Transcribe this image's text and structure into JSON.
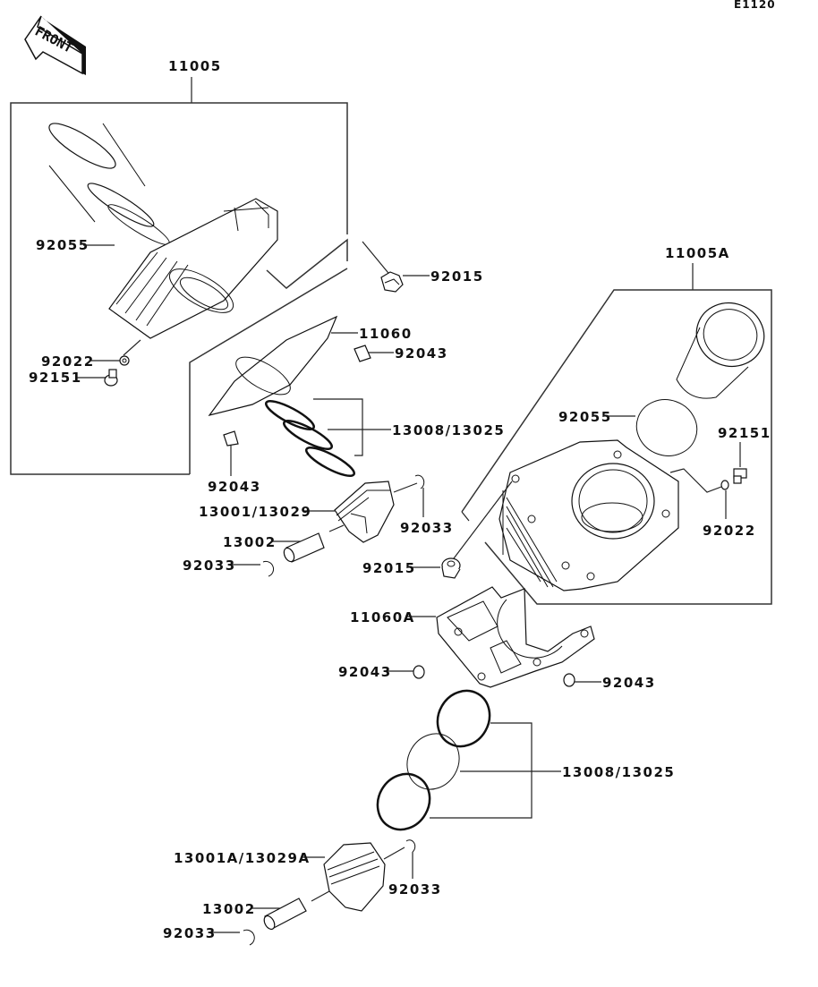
{
  "diagram": {
    "code": "E1120",
    "front_label": "FRONT",
    "callouts": {
      "assy_11005": "11005",
      "assy_11005a": "11005A",
      "gasket_11060": "11060",
      "gasket_11060a": "11060A",
      "o_ring_92055_left": "92055",
      "o_ring_92055_right": "92055",
      "nut_92015_top": "92015",
      "nut_92015_mid": "92015",
      "washer_92022_left": "92022",
      "washer_92022_right": "92022",
      "bolt_92151_left": "92151",
      "bolt_92151_right": "92151",
      "dowel_92043_a": "92043",
      "dowel_92043_b": "92043",
      "dowel_92043_c": "92043",
      "dowel_92043_d": "92043",
      "rings_upper": "13008/13025",
      "rings_lower": "13008/13025",
      "piston_upper": "13001/13029",
      "piston_lower": "13001A/13029A",
      "pin_upper": "13002",
      "pin_lower": "13002",
      "circlip_a": "92033",
      "circlip_b": "92033",
      "circlip_c": "92033",
      "circlip_d": "92033"
    }
  }
}
